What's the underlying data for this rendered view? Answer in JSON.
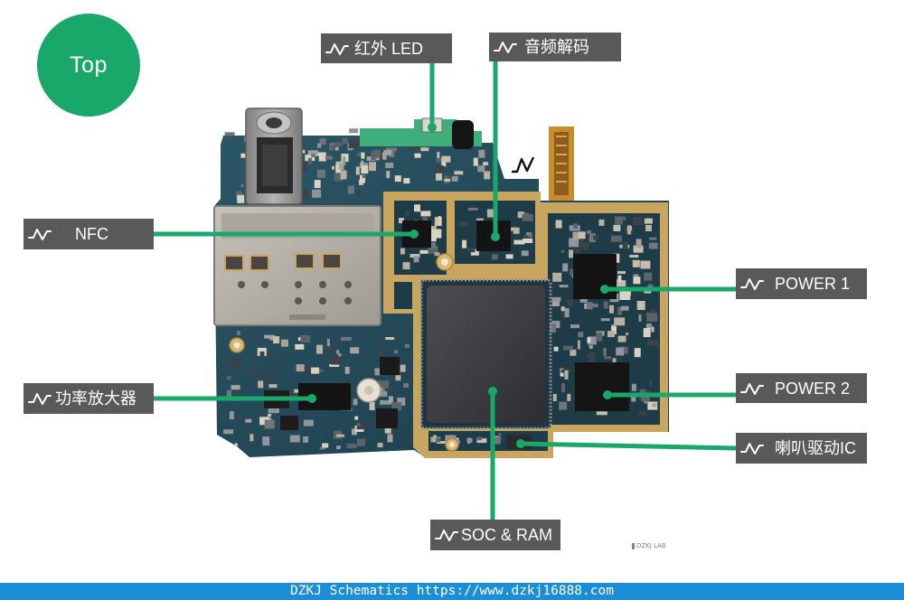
{
  "badge": {
    "label": "Top"
  },
  "label_icon": "waveform-icon",
  "callouts": {
    "ir_led": {
      "label": "红外 LED"
    },
    "audio_codec": {
      "label": "音频解码"
    },
    "nfc": {
      "label": "NFC"
    },
    "power1": {
      "label": "POWER 1"
    },
    "power_amplifier": {
      "label": "功率放大器"
    },
    "power2": {
      "label": "POWER 2"
    },
    "speaker_driver": {
      "label": "喇叭驱动IC"
    },
    "soc_ram": {
      "label": "SOC & RAM"
    }
  },
  "watermark": {
    "text": "DZKJ LAB"
  },
  "footer": {
    "text": "DZKJ Schematics https://www.dzkj16888.com"
  },
  "colors": {
    "accent": "#19a86a",
    "label_bg": "#595959",
    "pcb": "#24495a",
    "gold": "#c9a65f",
    "footer": "#1b8ed6"
  }
}
